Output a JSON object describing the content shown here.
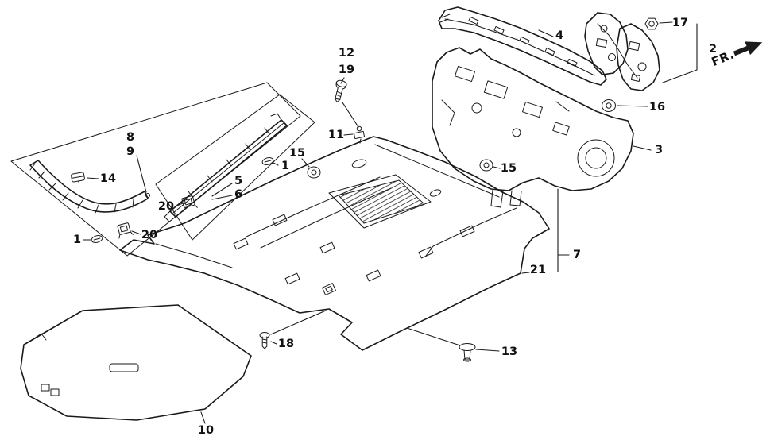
{
  "diagram": {
    "fr_label": "FR.",
    "colors": {
      "line": "#1a1a1a",
      "background": "#ffffff"
    },
    "labels": {
      "part1a": {
        "text": "1"
      },
      "part1b": {
        "text": "1"
      },
      "part2": {
        "text": "2"
      },
      "part3": {
        "text": "3"
      },
      "part4": {
        "text": "4"
      },
      "part5": {
        "text": "5"
      },
      "part6": {
        "text": "6"
      },
      "part7": {
        "text": "7"
      },
      "part8": {
        "text": "8"
      },
      "part9": {
        "text": "9"
      },
      "part10": {
        "text": "10"
      },
      "part11": {
        "text": "11"
      },
      "part12": {
        "text": "12"
      },
      "part13": {
        "text": "13"
      },
      "part14": {
        "text": "14"
      },
      "part15a": {
        "text": "15"
      },
      "part15b": {
        "text": "15"
      },
      "part16": {
        "text": "16"
      },
      "part17": {
        "text": "17"
      },
      "part18": {
        "text": "18"
      },
      "part19": {
        "text": "19"
      },
      "part20a": {
        "text": "20"
      },
      "part20b": {
        "text": "20"
      },
      "part21": {
        "text": "21"
      }
    }
  }
}
